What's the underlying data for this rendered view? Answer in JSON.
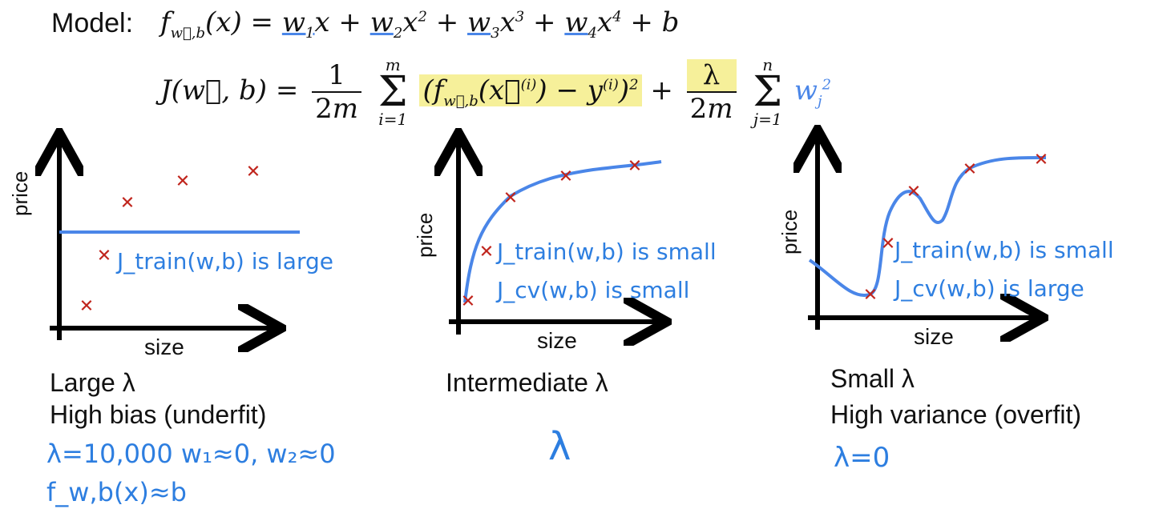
{
  "header": {
    "model_label": "Model:",
    "model_formula": "f_w,b(x) = w1x + w2x² + w3x³ + w4x⁴ + b",
    "cost_formula": "J(w,b) = 1/(2m) Σ_{i=1}^{m} (f_w,b(x^(i)) − y^(i))² + λ/(2m) Σ_{j=1}^{n} w_j²"
  },
  "colors": {
    "curve": "#4a86e8",
    "marker": "#c0241c",
    "highlight": "#f6f09a",
    "handwriting": "#2d7ee0"
  },
  "panels": [
    {
      "xlabel": "size",
      "ylabel": "price",
      "annotations": [
        "J_train(w,b) is large"
      ],
      "caption_lines": [
        "Large λ",
        "High bias (underfit)"
      ],
      "notes": [
        "λ=10,000   w₁≈0, w₂≈0",
        "f_w,b(x)≈b"
      ]
    },
    {
      "xlabel": "size",
      "ylabel": "price",
      "annotations": [
        "J_train(w,b) is small",
        "J_cv(w,b) is small"
      ],
      "caption_lines": [
        "Intermediate λ"
      ],
      "notes": [
        "λ"
      ]
    },
    {
      "xlabel": "size",
      "ylabel": "price",
      "annotations": [
        "J_train(w,b) is small",
        "J_cv(w,b) is large"
      ],
      "caption_lines": [
        "Small λ",
        "High variance (overfit)"
      ],
      "notes": [
        "λ=0"
      ]
    }
  ]
}
